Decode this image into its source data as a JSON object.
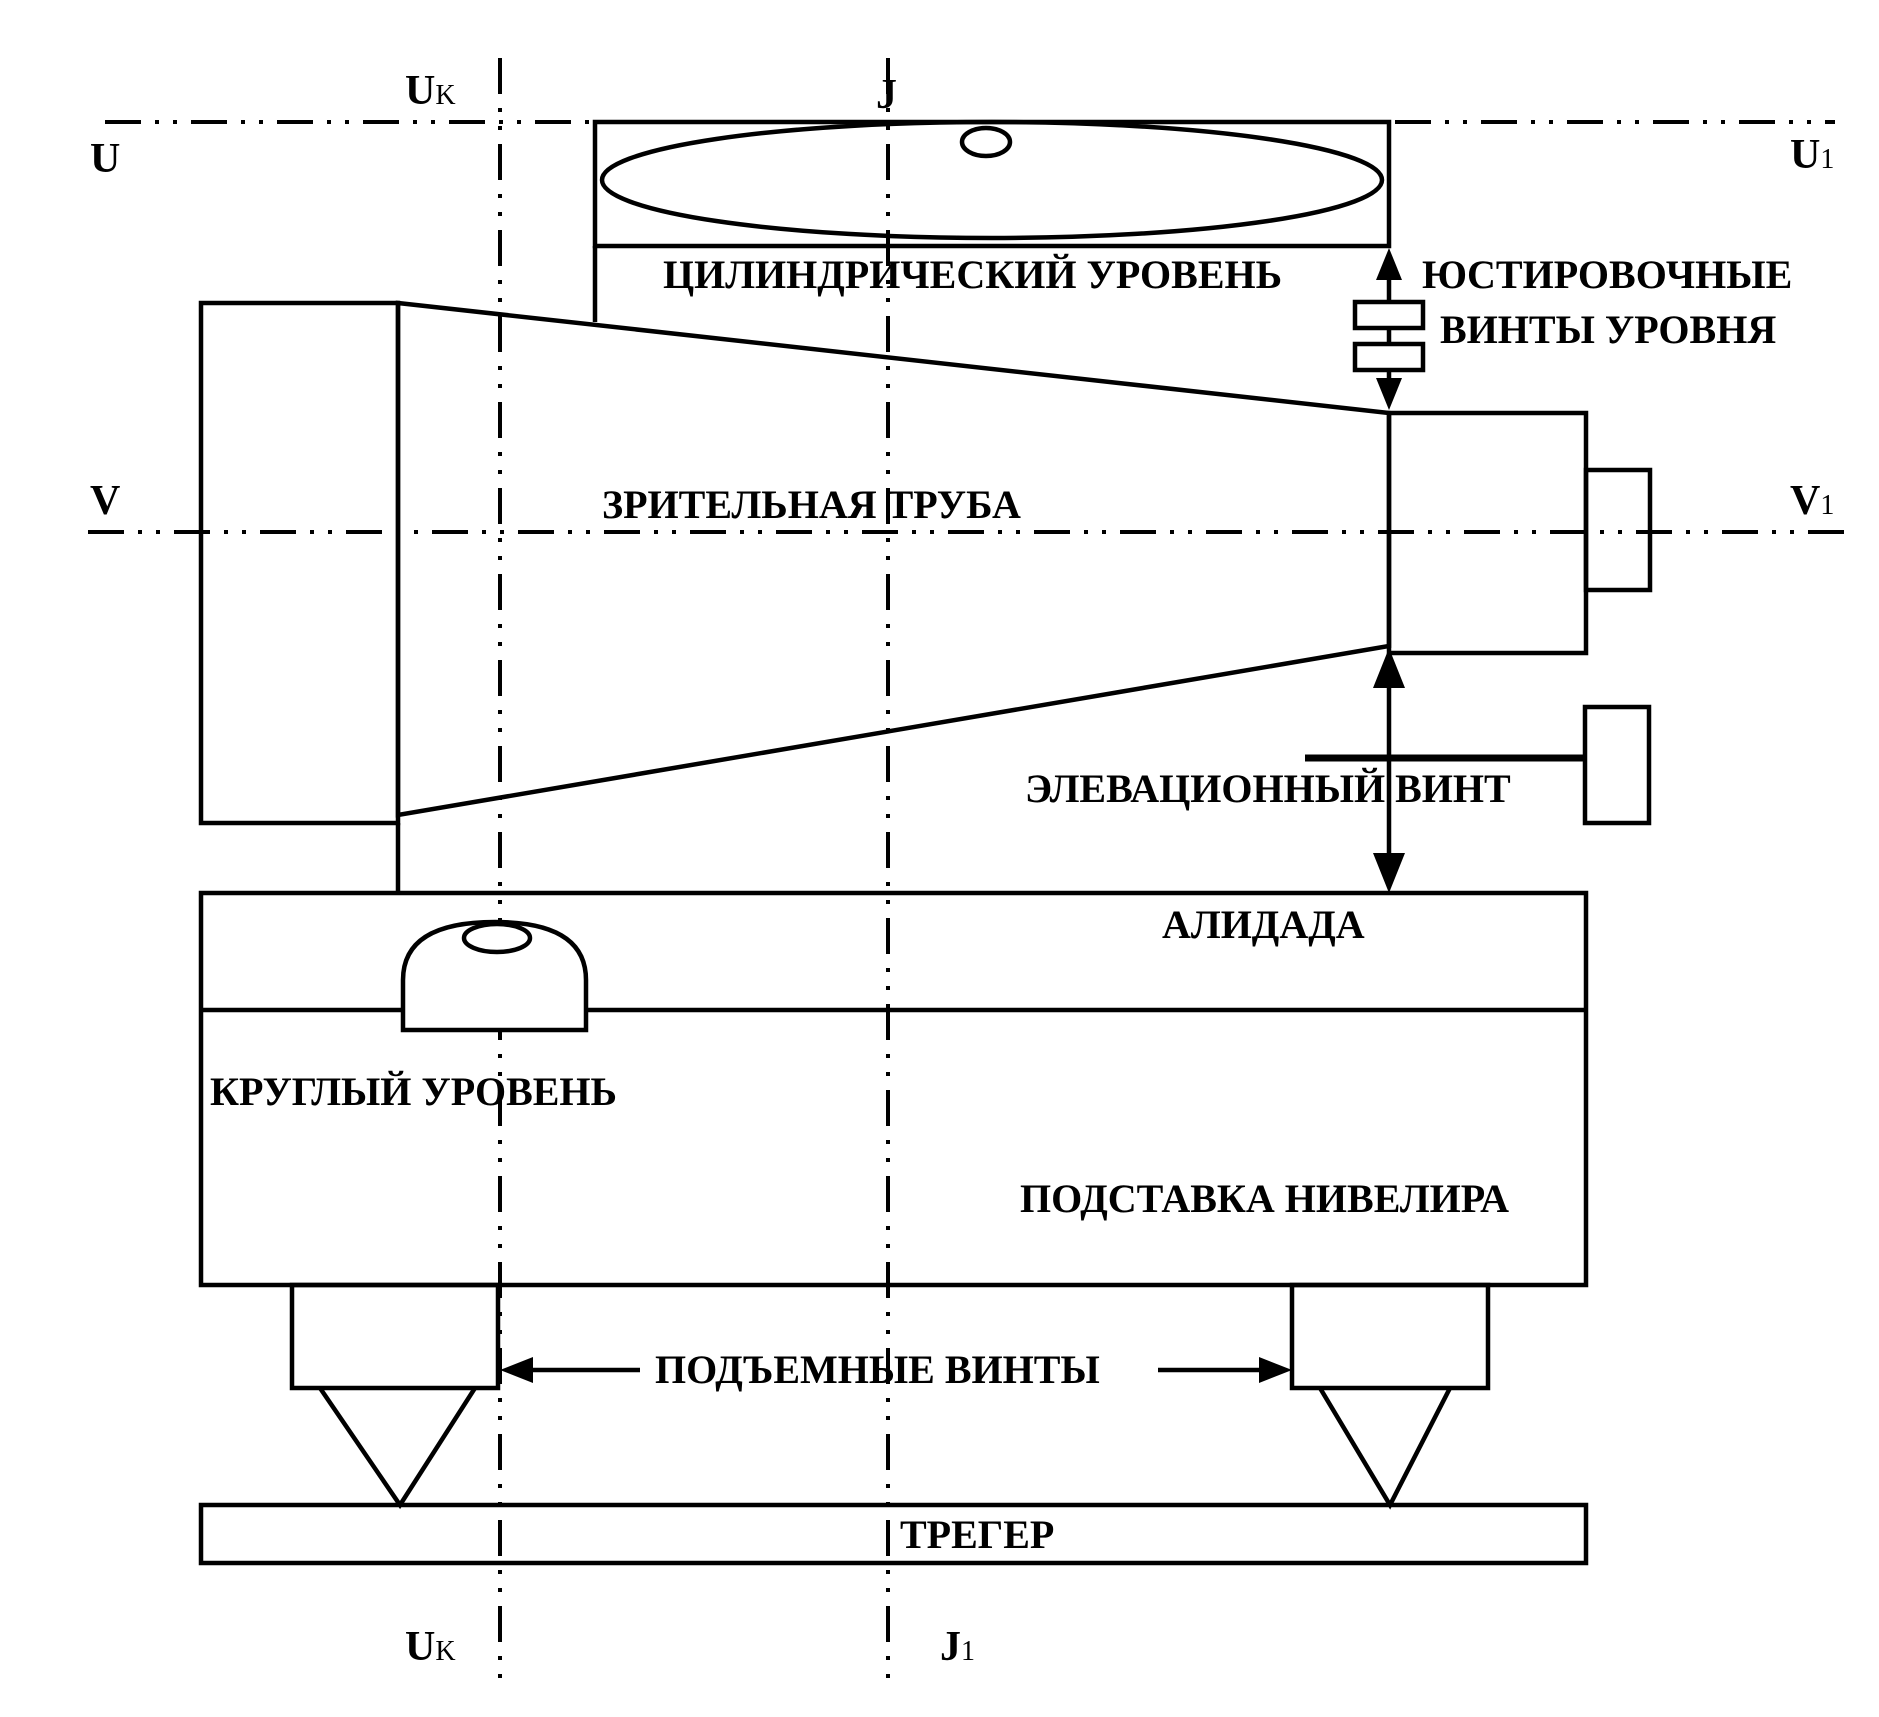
{
  "labels": {
    "cylindrical_level": "ЦИЛИНДРИЧЕСКИЙ УРОВЕНЬ",
    "adjusting_screws_line1": "ЮСТИРОВОЧНЫЕ",
    "adjusting_screws_line2": "ВИНТЫ УРОВНЯ",
    "telescope": "ЗРИТЕЛЬНАЯ ТРУБА",
    "elevation_screw": "ЭЛЕВАЦИОННЫЙ ВИНТ",
    "alidade": "АЛИДАДА",
    "circular_level": "КРУГЛЫЙ УРОВЕНЬ",
    "stand": "ПОДСТАВКА НИВЕЛИРА",
    "leveling_screws": "ПОДЪЕМНЫЕ ВИНТЫ",
    "tribrach": "ТРЕГЕР"
  },
  "axes": {
    "u_left": "U",
    "u_right_main": "U",
    "u_right_sub": "1",
    "v_left": "V",
    "v_right_main": "V",
    "v_right_sub": "1",
    "uk_top_main": "U",
    "uk_top_sub": "K",
    "uk_bottom_main": "U",
    "uk_bottom_sub": "K",
    "j_top": "J",
    "j_bottom_main": "J",
    "j_bottom_sub": "1"
  }
}
